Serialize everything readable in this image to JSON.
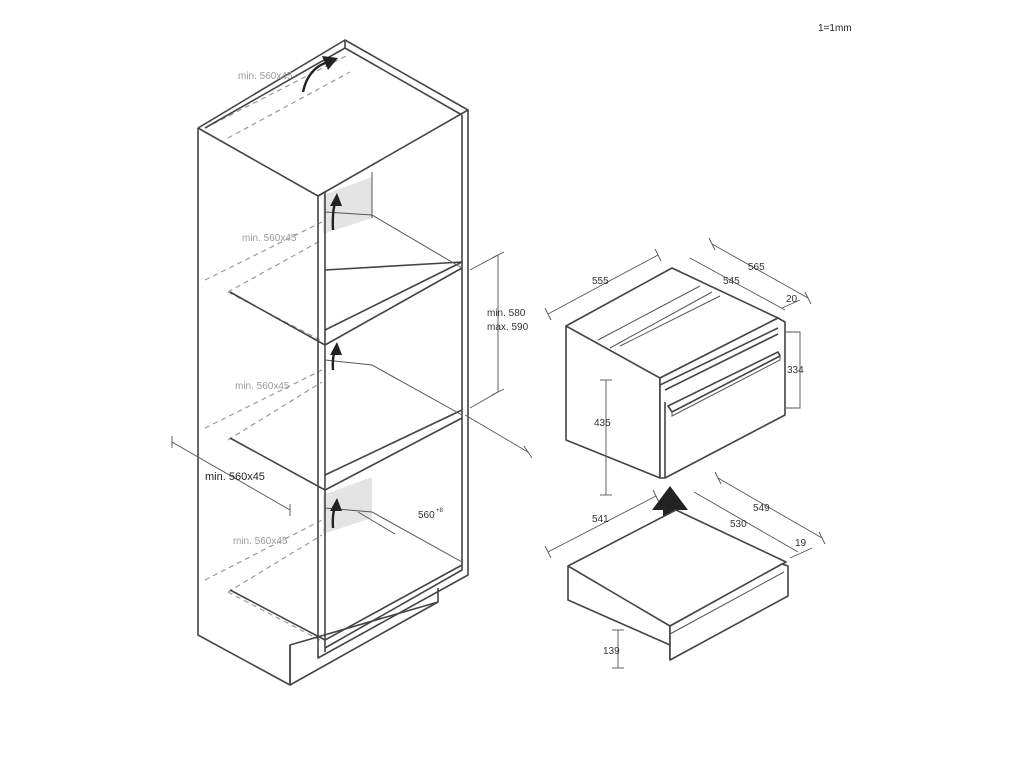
{
  "scale_note": "1=1mm",
  "cabinet": {
    "niche_top": "min. 560x45",
    "niche_upper": "min. 560x45",
    "niche_middle": "min. 560x45",
    "niche_bottom": "min. 560x45",
    "floor_depth": "min. 560x45",
    "height_min": "min. 580",
    "height_max": "max. 590",
    "inner_depth": "560",
    "inner_depth_sup": "+8"
  },
  "oven": {
    "width": "555",
    "depth_total": "565",
    "depth_body": "545",
    "front_thickness": "20",
    "front_height": "334",
    "body_height": "435"
  },
  "drawer": {
    "width": "541",
    "depth_total": "549",
    "depth_body": "530",
    "front_thickness": "19",
    "height": "139"
  },
  "colors": {
    "line": "#444444",
    "dashed": "#9a9a9a",
    "niche_fill": "#e4e4e4",
    "arrow": "#222222"
  }
}
